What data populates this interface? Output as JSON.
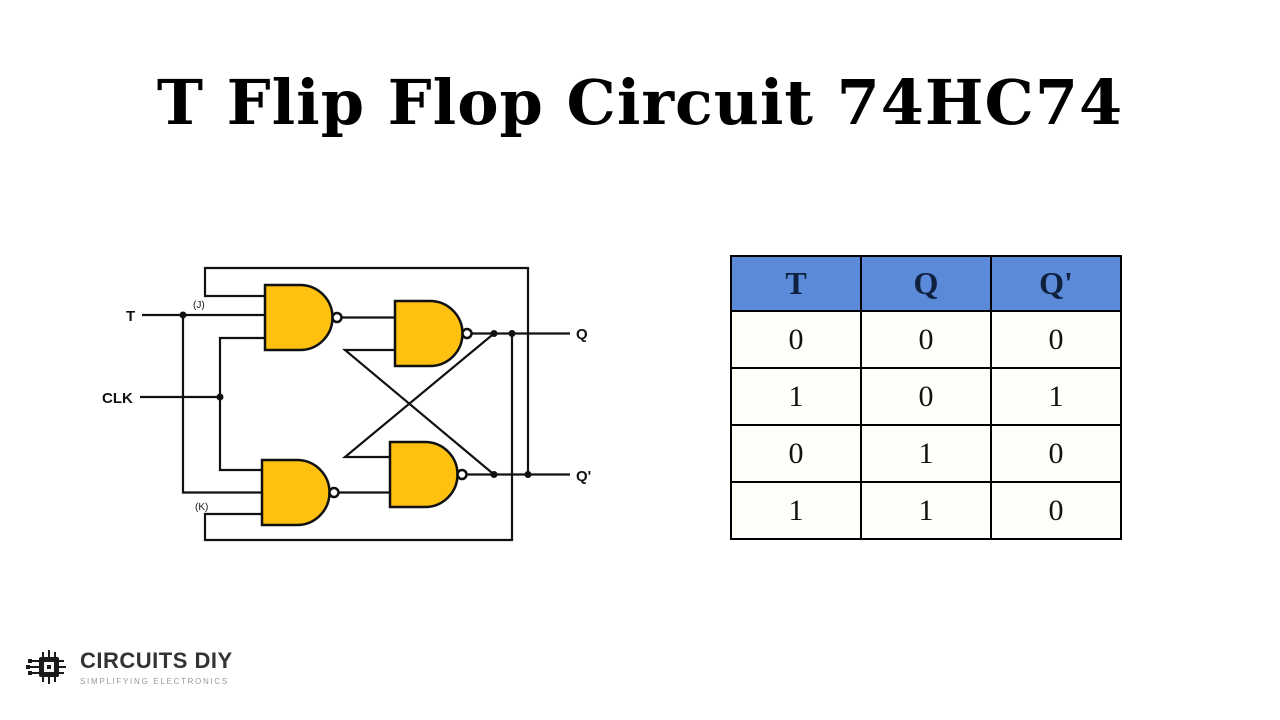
{
  "title": "T Flip Flop Circuit 74HC74",
  "circuit": {
    "labels": {
      "t_input": "T",
      "clk_input": "CLK",
      "j_tag": "(J)",
      "k_tag": "(K)",
      "q_output": "Q",
      "q_bar_output": "Q'"
    },
    "gate_fill": "#FFC110",
    "wire_color": "#111111"
  },
  "truth_table": {
    "headers": [
      "T",
      "Q",
      "Q'"
    ],
    "rows": [
      [
        "0",
        "0",
        "0"
      ],
      [
        "1",
        "0",
        "1"
      ],
      [
        "0",
        "1",
        "0"
      ],
      [
        "1",
        "1",
        "0"
      ]
    ],
    "header_bg": "#5B8AD8",
    "border_color": "#000000"
  },
  "logo": {
    "brand": "CIRCUITS DIY",
    "tagline": "SIMPLIFYING ELECTRONICS"
  }
}
